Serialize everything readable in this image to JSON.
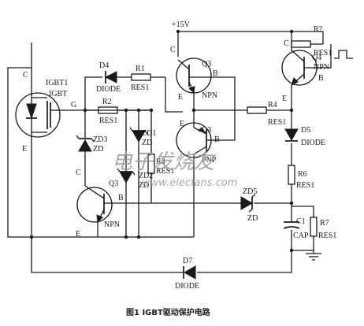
{
  "caption": "图1 IGBT驱动保护电路",
  "watermark": {
    "title": "电子发烧友",
    "url": "www.elecfans.com"
  },
  "supply": "+15V",
  "igbt": {
    "name": "IGBT1",
    "type": "IGBT",
    "pin_c": "C",
    "pin_g": "G",
    "pin_e": "E"
  },
  "d4": {
    "name": "D4",
    "type": "DIODE"
  },
  "r1": {
    "name": "R1",
    "type": "RES1"
  },
  "r2": {
    "name": "R2",
    "type": "RES1"
  },
  "zd3": {
    "name": "ZD3",
    "type": "ZD"
  },
  "zd1": {
    "name": "ZD1",
    "type": "ZD"
  },
  "zd2": {
    "name": "ZD2",
    "type": "ZD"
  },
  "r3": {
    "name": "R3",
    "type": "RES1"
  },
  "q3a": {
    "name": "Q3",
    "type": "NPN",
    "pin_c": "C",
    "pin_b": "B",
    "pin_e": "E"
  },
  "q3b": {
    "name": "Q3",
    "type": "PNP",
    "pin_e": "E",
    "pin_b": "B"
  },
  "q3c": {
    "name": "Q3",
    "type": "NPN",
    "pin_c": "C",
    "pin_b": "B",
    "pin_e": "E"
  },
  "r4": {
    "name": "R4",
    "type": "RES1"
  },
  "rq": {
    "name": "R?",
    "type": "RES1"
  },
  "q4": {
    "name": "Q4",
    "type": "NPN",
    "pin_c": "C",
    "pin_b": "B",
    "pin_e": "E"
  },
  "d5": {
    "name": "D5",
    "type": "DIODE"
  },
  "r6": {
    "name": "R6",
    "type": "RES1"
  },
  "zd5": {
    "name": "ZD5",
    "type": "ZD"
  },
  "c1": {
    "name": "C1",
    "type": "CAP"
  },
  "r7": {
    "name": "R7",
    "type": "RES1"
  },
  "d7": {
    "name": "D7",
    "type": "DIODE"
  }
}
